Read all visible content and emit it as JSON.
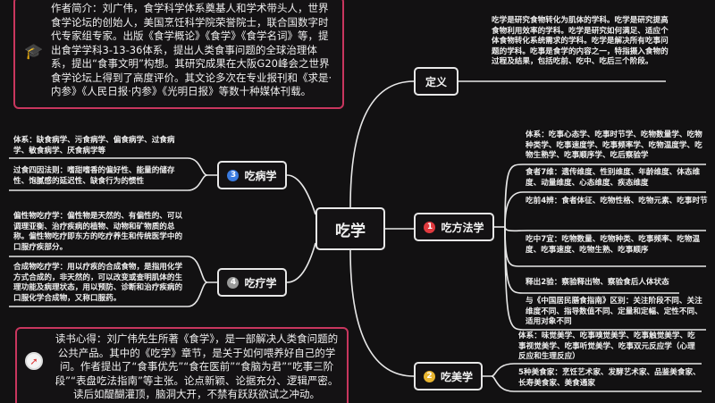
{
  "colors": {
    "background": "#121112",
    "note_border": "#c8365e",
    "badge_1": "#e0393e",
    "badge_2": "#e9b530",
    "badge_3": "#3a7be0",
    "badge_4": "#9a9a9a"
  },
  "author_note": {
    "icon": "graduation-cap-icon",
    "text": "作者简介：刘广伟，食学科学体系奠基人和学术带头人，世界食学论坛的创始人，美国烹饪科学院荣誉院士，联合国数字时代专家组专家。出版《食学概论》《食学》《食学名词》等，提出食学学科3-13-36体系，提出人类食事问题的全球治理体系，提出“食事文明”构想。其研究成果在大阪G20峰会之世界食学论坛上得到了高度评价。其文论多次在专业报刊和《求是·内参》《人民日报·内参》《光明日报》等数十种媒体刊载。"
  },
  "review_note": {
    "icon": "compass-icon",
    "text": "读书心得：刘广伟先生所著《食学》，是一部解决人类食问题的公共产品。其中的《吃学》章节，是关于如何喂养好自己的学问。作者提出了“食事优先”“食在医前”“食脑为君”“吃事三阶段”“表盘吃法指南”等主张。论点新颖、论据充分、逻辑严密。读后如醍醐灌顶，脑洞大开，不禁有跃跃欲试之冲动。"
  },
  "center": {
    "label": "吃学"
  },
  "definition": {
    "label": "定义",
    "text": "吃学是研究食物转化为肌体的学科。吃学是研究提高食物利用效率的学科。吃学是研究如何满足、适应个体食物转化系统需求的学科。吃学是解决所有吃事问题的学科。吃事是食学的内容之一，特指摄入食物的过程及结果，包括吃前、吃中、吃后三个阶段。"
  },
  "branches": {
    "method": {
      "badge": "1",
      "label": "吃方法学",
      "leaves": [
        "体系：吃事心态学、吃事时节学、吃物数量学、吃物种类学、吃事速度学、吃事频率学、吃物温度学、吃物生熟学、吃事顺序学、吃后察验学",
        "食者7维：遗传维度、性别维度、年龄维度、体态维度、动量维度、心态维度、疾态维度",
        "吃前4辨：食者体征、吃物性格、吃物元素、吃事时节",
        "吃中7宜：吃物数量、吃物种类、吃事频率、吃物温度、吃事速度、吃物生熟、吃事顺序",
        "释出2验：察验释出物、察验食后人体状态",
        "与《中国居民膳食指南》区别：关注阶段不同、关注维度不同、指导数值不同、定量和定幅、定性不同、适用对象不同"
      ]
    },
    "aesthetics": {
      "badge": "2",
      "label": "吃美学",
      "leaves": [
        "体系：味觉美学、吃事嗅觉美学、吃事触觉美学、吃事视觉美学、吃事听觉美学、吃事双元反应学（心理反应和生理反应）",
        "5种美食家：烹饪艺术家、发酵艺术家、品鉴美食家、长寿美食家、美食通家"
      ]
    },
    "disease": {
      "badge": "3",
      "label": "吃病学",
      "leaves": [
        "体系：缺食病学、污食病学、偏食病学、过食病学、敏食病学、厌食病学等",
        "过食四因法则：嗜甜嗜香的偏好性、能量的储存性、饱腻感的延迟性、缺食行为的惯性"
      ]
    },
    "therapy": {
      "badge": "4",
      "label": "吃疗学",
      "leaves": [
        "偏性物吃疗学：偏性物是天然的、有偏性的、可以调理亚衡、治疗疾病的植物、动物和矿物质的总称。偏性物吃疗即东方的吃疗养生和传统医学中的口服疗疾部分。",
        "合成物吃疗学：用以疗疾的合成食物，是指用化学方式合成的，非天然的，可以改变或查明肌体的生理功能及病理状态，用以预防、诊断和治疗疾病的口服化学合成物，又称口服药。"
      ]
    }
  }
}
